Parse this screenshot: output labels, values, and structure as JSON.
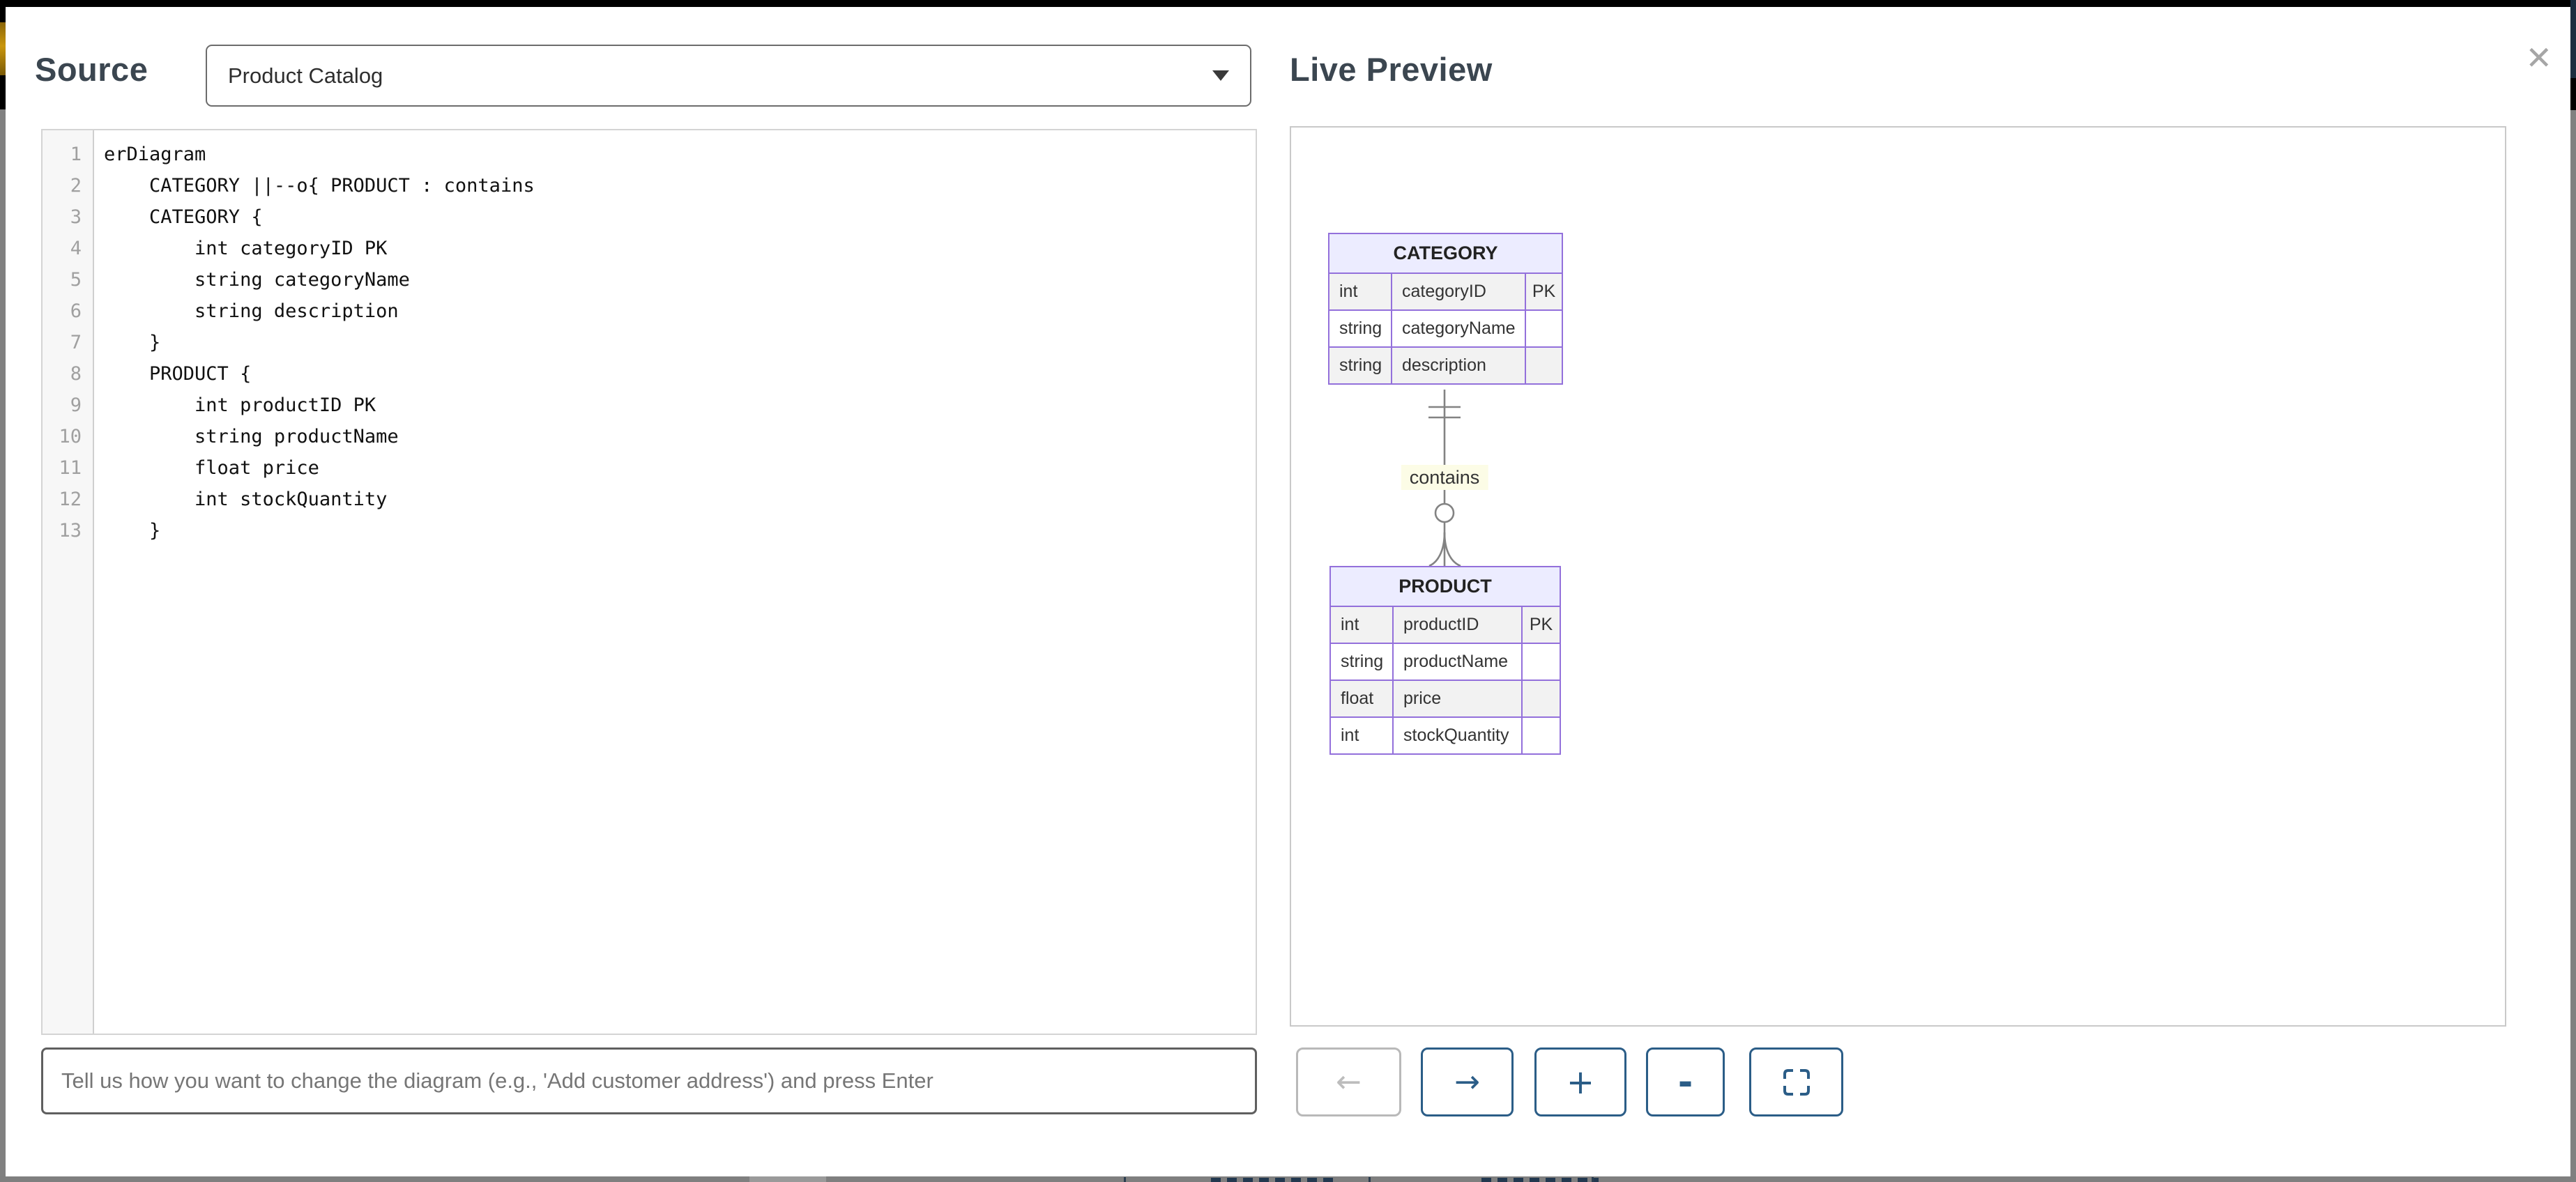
{
  "modal": {
    "source": {
      "title": "Source",
      "dropdown": {
        "value": "Product Catalog"
      },
      "code_lines": [
        {
          "num": "1",
          "text": "erDiagram"
        },
        {
          "num": "2",
          "text": "    CATEGORY ||--o{ PRODUCT : contains"
        },
        {
          "num": "3",
          "text": "    CATEGORY {"
        },
        {
          "num": "4",
          "text": "        int categoryID PK"
        },
        {
          "num": "5",
          "text": "        string categoryName"
        },
        {
          "num": "6",
          "text": "        string description"
        },
        {
          "num": "7",
          "text": "    }"
        },
        {
          "num": "8",
          "text": "    PRODUCT {"
        },
        {
          "num": "9",
          "text": "        int productID PK"
        },
        {
          "num": "10",
          "text": "        string productName"
        },
        {
          "num": "11",
          "text": "        float price"
        },
        {
          "num": "12",
          "text": "        int stockQuantity"
        },
        {
          "num": "13",
          "text": "    }"
        }
      ],
      "prompt": {
        "value": "",
        "placeholder": "Tell us how you want to change the diagram (e.g., 'Add customer address') and press Enter"
      }
    },
    "preview": {
      "title": "Live Preview",
      "close_icon": "✕",
      "toolbar": {
        "back": {
          "label": "←",
          "enabled": false
        },
        "forward": {
          "label": "→",
          "enabled": true
        },
        "zoom_in": {
          "label": "+",
          "enabled": true
        },
        "zoom_out": {
          "label": "-",
          "enabled": true
        },
        "fullscreen": {
          "enabled": true
        }
      }
    }
  },
  "diagram": {
    "entities": [
      {
        "name": "CATEGORY",
        "attributes": [
          {
            "type": "int",
            "name": "categoryID",
            "key": "PK"
          },
          {
            "type": "string",
            "name": "categoryName",
            "key": ""
          },
          {
            "type": "string",
            "name": "description",
            "key": ""
          }
        ]
      },
      {
        "name": "PRODUCT",
        "attributes": [
          {
            "type": "int",
            "name": "productID",
            "key": "PK"
          },
          {
            "type": "string",
            "name": "productName",
            "key": ""
          },
          {
            "type": "float",
            "name": "price",
            "key": ""
          },
          {
            "type": "int",
            "name": "stockQuantity",
            "key": ""
          }
        ]
      }
    ],
    "relationship": {
      "from": "CATEGORY",
      "to": "PRODUCT",
      "cardinality": "||--o{",
      "label": "contains"
    }
  },
  "colors": {
    "entity_header_fill": "#ECECFF",
    "entity_border": "#9370DB",
    "entity_alt_row_fill": "#f2f2f2",
    "relationship_line": "#838383",
    "relationship_label_fill": "#fcfce6",
    "toolbar_accent": "#2b5d87",
    "heading_text": "#3b4650"
  }
}
